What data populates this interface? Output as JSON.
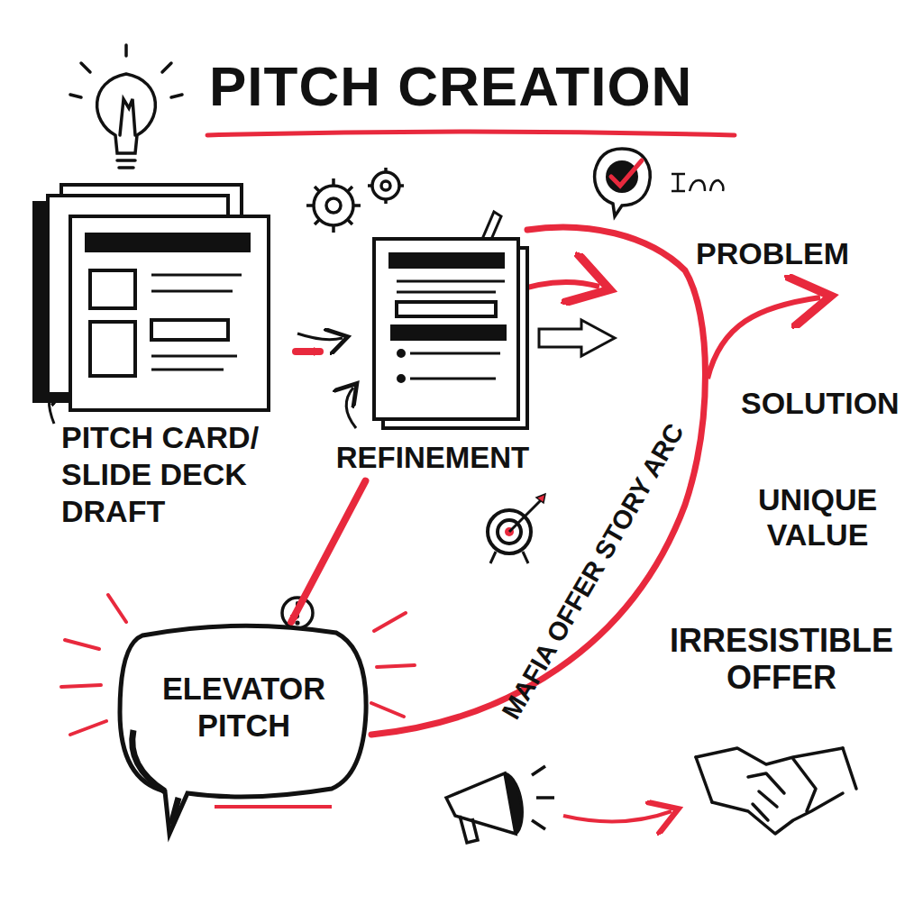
{
  "diagram": {
    "title": "PITCH CREATION",
    "nodes": [
      {
        "text": [
          "PITCH CARD/ SLIDE DECK DRAFT"
        ]
      },
      {
        "text": [
          "REFINEMENT"
        ]
      },
      {
        "text": [
          "ELEVATOR PITCH"
        ]
      }
    ],
    "edges": [
      {
        "from": 0,
        "to": 1,
        "arrow": "to"
      },
      {
        "from": 1,
        "to": 2,
        "arrow": "to"
      }
    ],
    "labels": [
      "MAFIA OFFER STORY ARC",
      "PROBLEM",
      "SOLUTION",
      "UNIQUE VALUE",
      "IRRESISTIBLE OFFER"
    ]
  }
}
